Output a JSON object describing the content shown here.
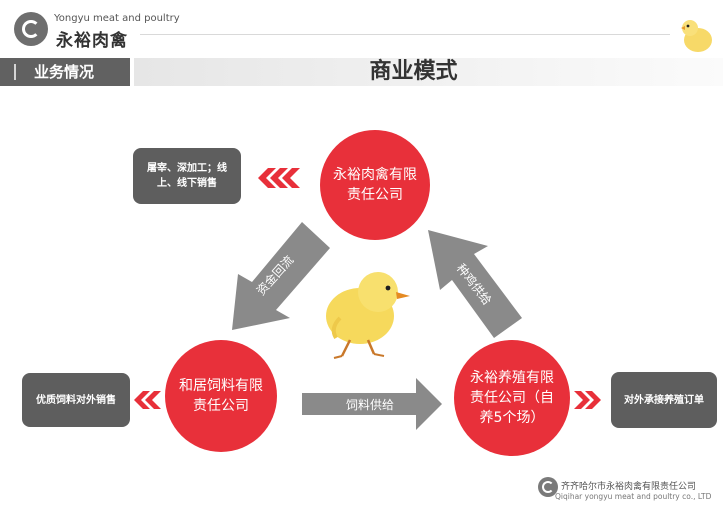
{
  "header": {
    "logo_en": "Yongyu meat and poultry",
    "logo_cn": "永裕肉禽"
  },
  "section": {
    "tab_label": "业务情况",
    "title": "商业模式"
  },
  "nodes": {
    "top": "永裕肉禽有限责任公司",
    "left": "和居饲料有限责任公司",
    "right": "永裕养殖有限责任公司（自养5个场）"
  },
  "boxes": {
    "top": "屠宰、深加工；线上、线下销售",
    "left": "优质饲料对外销售",
    "right": "对外承接养殖订单"
  },
  "arrows": {
    "top_to_left": "资金回流",
    "left_to_right": "饲料供给",
    "right_to_top": "种鸡供给"
  },
  "footer": {
    "company_cn": "齐齐哈尔市永裕肉禽有限责任公司",
    "company_en": "Qiqihar yongyu meat and poultry co., LTD"
  },
  "colors": {
    "node": "#e8303a",
    "arrow": "#8a8a8a",
    "box": "#5e5e5e",
    "chevron": "#e8303a"
  }
}
